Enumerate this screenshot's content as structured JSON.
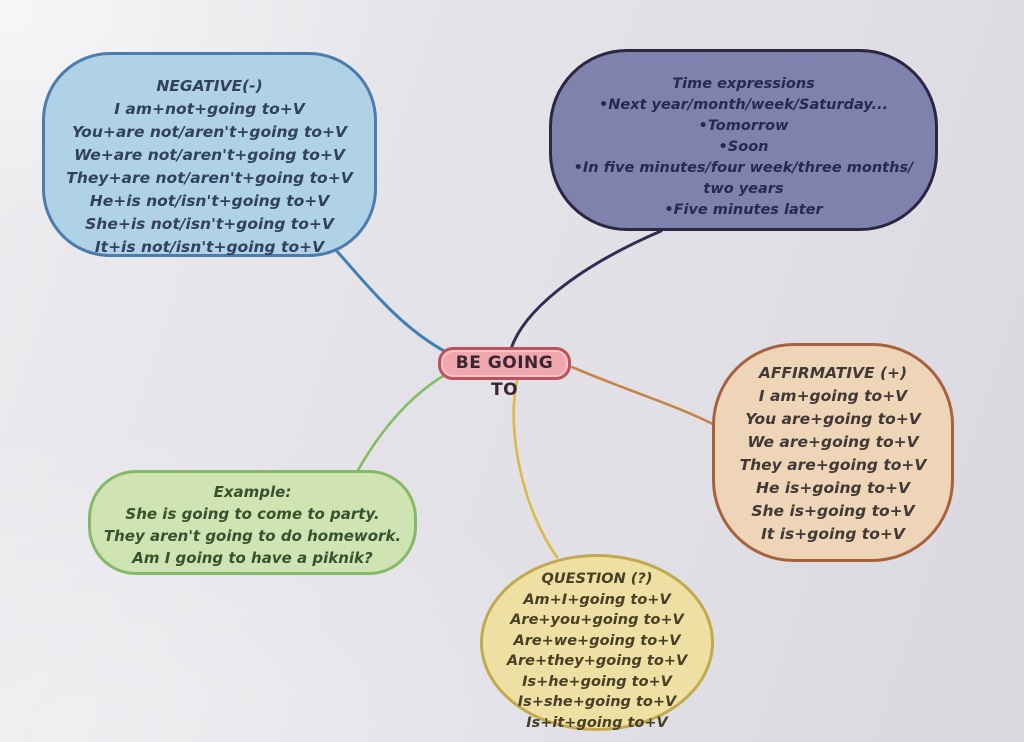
{
  "center": {
    "label": "BE GOING TO",
    "fill": "#efa8ad",
    "border": "#bf505e",
    "text_color": "#3a2630"
  },
  "nodes": {
    "negative": {
      "title": "NEGATIVE(-)",
      "lines": [
        "I am+not+going to+V",
        "You+are not/aren't+going to+V",
        "We+are not/aren't+going to+V",
        "They+are not/aren't+going to+V",
        "He+is not/isn't+going to+V",
        "She+is not/isn't+going to+V",
        "It+is not/isn't+going to+V"
      ],
      "fill": "#b0d2e7",
      "border": "#4a7cae",
      "text_color": "#31415f",
      "connector_color": "#3f7fb5"
    },
    "time": {
      "title": "Time expressions",
      "lines": [
        "•Next year/month/week/Saturday...",
        "•Tomorrow",
        "•Soon",
        "•In five minutes/four week/three months/",
        "two years",
        "•Five minutes later"
      ],
      "fill": "#7e82ad",
      "border": "#2b2644",
      "text_color": "#262a4d",
      "connector_color": "#322d52"
    },
    "affirmative": {
      "title": "AFFIRMATIVE (+)",
      "lines": [
        "I am+going to+V",
        "You are+going to+V",
        "We are+going to+V",
        "They are+going to+V",
        "He is+going to+V",
        "She is+going to+V",
        "It is+going to+V"
      ],
      "fill": "#eed5b7",
      "border": "#a8613d",
      "text_color": "#403936",
      "connector_color": "#c68448"
    },
    "question": {
      "title": "QUESTION (?)",
      "lines": [
        "Am+I+going to+V",
        "Are+you+going to+V",
        "Are+we+going to+V",
        "Are+they+going to+V",
        "Is+he+going to+V",
        "Is+she+going to+V",
        "Is+it+going to+V"
      ],
      "fill": "#eee0a2",
      "border": "#c3a94d",
      "text_color": "#474026",
      "connector_color": "#d9bc45"
    },
    "example": {
      "title": "Example:",
      "lines": [
        "She is going to come to party.",
        "They aren't going to do homework.",
        "Am I going to have a piknik?"
      ],
      "fill": "#cfe3b3",
      "border": "#86b966",
      "text_color": "#37522f",
      "connector_color": "#83bd62"
    }
  }
}
